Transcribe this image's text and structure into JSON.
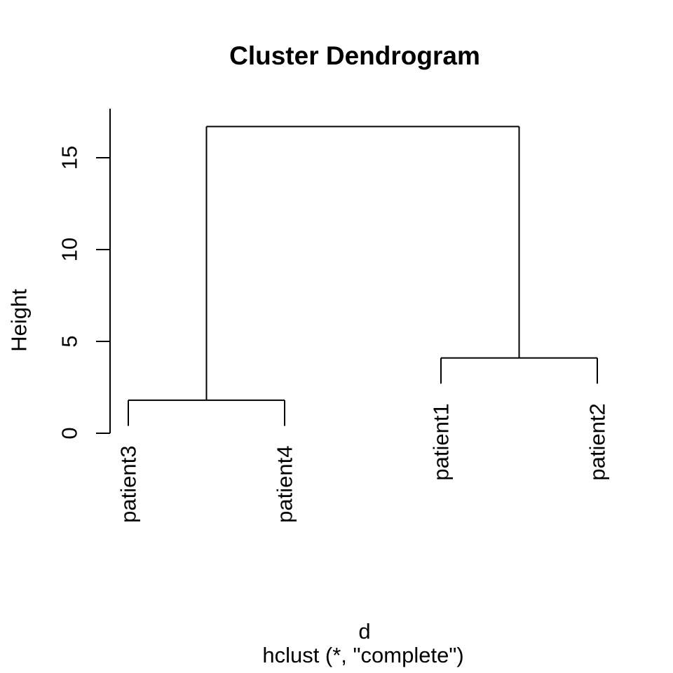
{
  "chart_data": {
    "type": "dendrogram",
    "title": "Cluster Dendrogram",
    "ylabel": "Height",
    "xlabel": "d",
    "sub": "hclust (*, \"complete\")",
    "yticks": [
      0,
      5,
      10,
      15
    ],
    "ylim": [
      0,
      17.7
    ],
    "grid": false,
    "legend": null,
    "hang": 1.4,
    "leaf_order": [
      "patient3",
      "patient4",
      "patient1",
      "patient2"
    ],
    "merges": [
      {
        "pair": [
          "patient3",
          "patient4"
        ],
        "height": 1.8
      },
      {
        "pair": [
          "patient1",
          "patient2"
        ],
        "height": 4.1
      },
      {
        "pair": [
          "(patient3,patient4)",
          "(patient1,patient2)"
        ],
        "height": 16.7
      }
    ],
    "tree": {
      "height": 16.7,
      "children": [
        {
          "height": 1.8,
          "children": [
            {
              "leaf": "patient3"
            },
            {
              "leaf": "patient4"
            }
          ]
        },
        {
          "height": 4.1,
          "children": [
            {
              "leaf": "patient1"
            },
            {
              "leaf": "patient2"
            }
          ]
        }
      ]
    },
    "colors": {
      "line": "#000000",
      "text": "#000000",
      "background": "#FFFFFF"
    }
  }
}
